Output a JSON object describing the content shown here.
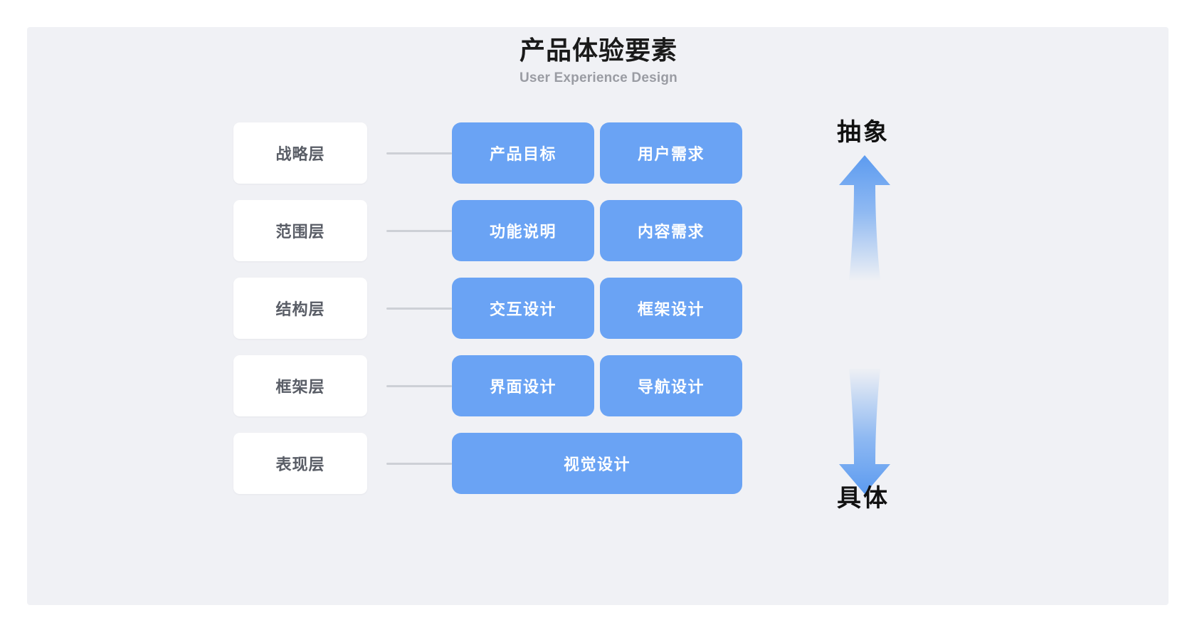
{
  "header": {
    "title": "产品体验要素",
    "subtitle": "User Experience Design"
  },
  "theme": {
    "page_background": "#ffffff",
    "panel_background": "#f0f1f5",
    "card_blue": "#6aa3f4",
    "chip_white": "#ffffff",
    "chip_text": "#595d66",
    "connector_gray": "#cdd0d6",
    "title_color": "#1a1a1a",
    "subtitle_color": "#9a9ca3",
    "axis_label_color": "#111111"
  },
  "layers": [
    {
      "name": "战略层",
      "cards": [
        {
          "label": "产品目标",
          "wide": false
        },
        {
          "label": "用户需求",
          "wide": false
        }
      ]
    },
    {
      "name": "范围层",
      "cards": [
        {
          "label": "功能说明",
          "wide": false
        },
        {
          "label": "内容需求",
          "wide": false
        }
      ]
    },
    {
      "name": "结构层",
      "cards": [
        {
          "label": "交互设计",
          "wide": false
        },
        {
          "label": "框架设计",
          "wide": false
        }
      ]
    },
    {
      "name": "框架层",
      "cards": [
        {
          "label": "界面设计",
          "wide": false
        },
        {
          "label": "导航设计",
          "wide": false
        }
      ]
    },
    {
      "name": "表现层",
      "cards": [
        {
          "label": "视觉设计",
          "wide": true
        }
      ]
    }
  ],
  "axis": {
    "top_label": "抽象",
    "bottom_label": "具体",
    "up_arrow_icon": "arrow-up-icon",
    "down_arrow_icon": "arrow-down-icon"
  }
}
